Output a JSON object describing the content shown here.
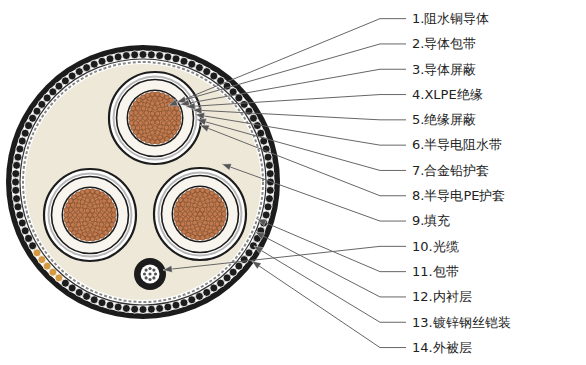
{
  "diagram": {
    "labels": [
      "1.阻水铜导体",
      "2.导体包带",
      "3.导体屏蔽",
      "4.XLPE绝缘",
      "5.绝缘屏蔽",
      "6.半导电阻水带",
      "7.合金铅护套",
      "8.半导电PE护套",
      "9.填充",
      "10.光缆",
      "11.包带",
      "12.内衬层",
      "13.镀锌钢丝铠装",
      "14.外被层"
    ]
  }
}
